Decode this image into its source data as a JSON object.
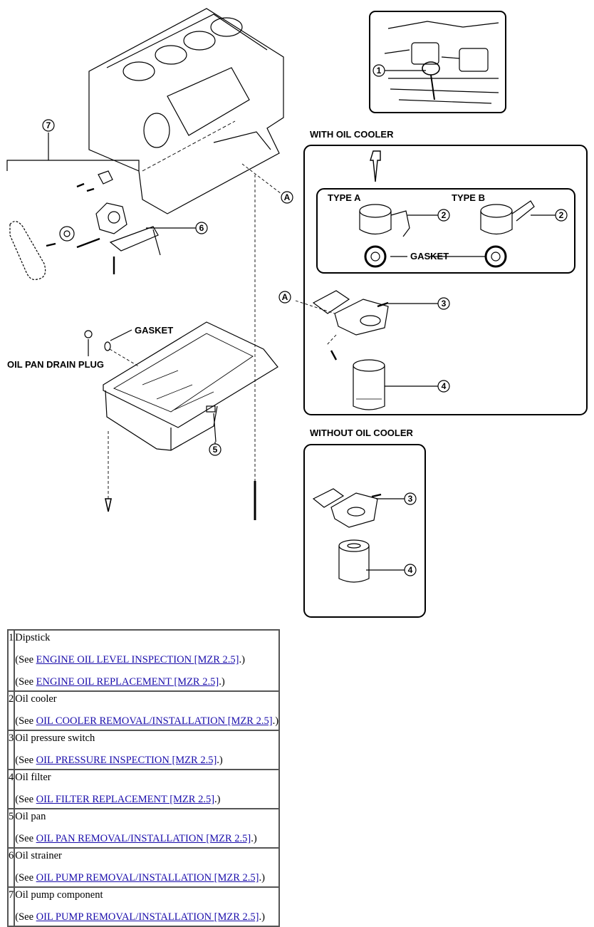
{
  "diagram": {
    "labels": {
      "with_oil_cooler": "WITH OIL COOLER",
      "without_oil_cooler": "WITHOUT OIL COOLER",
      "type_a": "TYPE A",
      "type_b": "TYPE B",
      "gasket": "GASKET",
      "oil_pan_drain_plug": "OIL PAN DRAIN PLUG",
      "connector_a": "A"
    },
    "callouts": [
      "1",
      "2",
      "3",
      "4",
      "5",
      "6",
      "7"
    ]
  },
  "legend": [
    {
      "num": "1",
      "title": "Dipstick",
      "refs": [
        {
          "pre": "(See ",
          "link": "ENGINE OIL LEVEL INSPECTION [MZR 2.5]",
          "post": ".)"
        },
        {
          "pre": "(See ",
          "link": "ENGINE OIL REPLACEMENT [MZR 2.5]",
          "post": ".)"
        }
      ]
    },
    {
      "num": "2",
      "title": "Oil cooler",
      "refs": [
        {
          "pre": "(See ",
          "link": "OIL COOLER REMOVAL/INSTALLATION [MZR 2.5]",
          "post": ".)"
        }
      ]
    },
    {
      "num": "3",
      "title": "Oil pressure switch",
      "refs": [
        {
          "pre": "(See ",
          "link": "OIL PRESSURE INSPECTION [MZR 2.5]",
          "post": ".)"
        }
      ]
    },
    {
      "num": "4",
      "title": "Oil filter",
      "refs": [
        {
          "pre": "(See ",
          "link": "OIL FILTER REPLACEMENT [MZR 2.5]",
          "post": ".)"
        }
      ]
    },
    {
      "num": "5",
      "title": "Oil pan",
      "refs": [
        {
          "pre": "(See ",
          "link": "OIL PAN REMOVAL/INSTALLATION [MZR 2.5]",
          "post": ".)"
        }
      ]
    },
    {
      "num": "6",
      "title": "Oil strainer",
      "refs": [
        {
          "pre": "(See ",
          "link": "OIL PUMP REMOVAL/INSTALLATION [MZR 2.5]",
          "post": ".)"
        }
      ]
    },
    {
      "num": "7",
      "title": "Oil pump component",
      "refs": [
        {
          "pre": "(See ",
          "link": "OIL PUMP REMOVAL/INSTALLATION [MZR 2.5]",
          "post": ".)"
        }
      ]
    }
  ]
}
